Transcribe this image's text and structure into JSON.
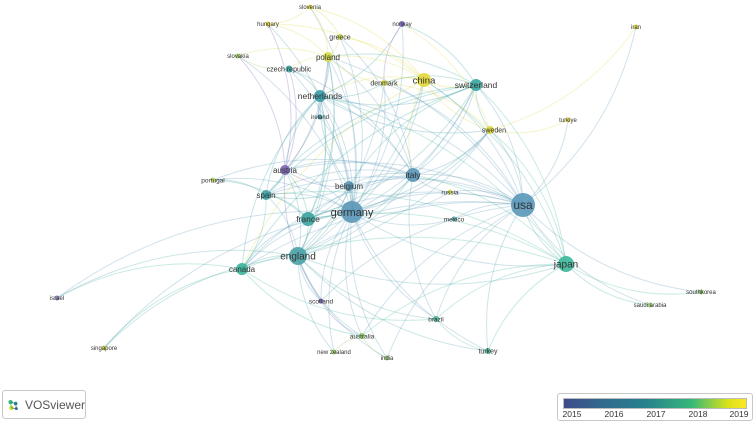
{
  "app": {
    "name": "VOSviewer"
  },
  "legend": {
    "ticks": [
      "2015",
      "2016",
      "2017",
      "2018",
      "2019"
    ],
    "colors": [
      "#3e4a89",
      "#31688e",
      "#26828e",
      "#35b779",
      "#d8e219",
      "#fde725"
    ]
  },
  "network": {
    "nodes": [
      {
        "id": "usa",
        "label": "usa",
        "size": 12,
        "color": "#5a97b8"
      },
      {
        "id": "germany",
        "label": "germany",
        "size": 11,
        "color": "#5a97b8"
      },
      {
        "id": "england",
        "label": "england",
        "size": 9,
        "color": "#4aa2a8"
      },
      {
        "id": "japan",
        "label": "japan",
        "size": 8,
        "color": "#3cb89a"
      },
      {
        "id": "china",
        "label": "china",
        "size": 7,
        "color": "#e3d936"
      },
      {
        "id": "italy",
        "label": "italy",
        "size": 7,
        "color": "#5a97b8"
      },
      {
        "id": "france",
        "label": "france",
        "size": 7,
        "color": "#3aa39e"
      },
      {
        "id": "netherlands",
        "label": "netherlands",
        "size": 6,
        "color": "#3a99a6"
      },
      {
        "id": "switzerland",
        "label": "switzerland",
        "size": 6,
        "color": "#36a6a1"
      },
      {
        "id": "canada",
        "label": "canada",
        "size": 6,
        "color": "#38b49a"
      },
      {
        "id": "spain",
        "label": "spain",
        "size": 5,
        "color": "#3a9ea3"
      },
      {
        "id": "belgium",
        "label": "belgium",
        "size": 5,
        "color": "#5a97b8"
      },
      {
        "id": "austria",
        "label": "austria",
        "size": 5,
        "color": "#7b62b5"
      },
      {
        "id": "poland",
        "label": "poland",
        "size": 5,
        "color": "#d6db45"
      },
      {
        "id": "sweden",
        "label": "sweden",
        "size": 4,
        "color": "#e0d838"
      },
      {
        "id": "czech-republic",
        "label": "czech republic",
        "size": 3.5,
        "color": "#36a6a1"
      },
      {
        "id": "denmark",
        "label": "denmark",
        "size": 3,
        "color": "#d6db45"
      },
      {
        "id": "greece",
        "label": "greece",
        "size": 3,
        "color": "#c7d650"
      },
      {
        "id": "norway",
        "label": "norway",
        "size": 3,
        "color": "#7b62b5"
      },
      {
        "id": "hungary",
        "label": "hungary",
        "size": 2.5,
        "color": "#e3d936"
      },
      {
        "id": "slovenia",
        "label": "slovenia",
        "size": 2.5,
        "color": "#e3d936"
      },
      {
        "id": "slovakia",
        "label": "slovakia",
        "size": 2.5,
        "color": "#a0cc5e"
      },
      {
        "id": "ireland",
        "label": "ireland",
        "size": 2.5,
        "color": "#3a99a6"
      },
      {
        "id": "portugal",
        "label": "portugal",
        "size": 2.5,
        "color": "#bcd454"
      },
      {
        "id": "russia",
        "label": "russia",
        "size": 2.5,
        "color": "#d6db45"
      },
      {
        "id": "mexico",
        "label": "mexico",
        "size": 2.5,
        "color": "#4aa2a8"
      },
      {
        "id": "scotland",
        "label": "scotland",
        "size": 2.5,
        "color": "#7b62b5"
      },
      {
        "id": "australia",
        "label": "australia",
        "size": 3,
        "color": "#8ec96a"
      },
      {
        "id": "brazil",
        "label": "brazil",
        "size": 3,
        "color": "#46b48e"
      },
      {
        "id": "turkey",
        "label": "turkey",
        "size": 3,
        "color": "#46b48e"
      },
      {
        "id": "new-zealand",
        "label": "new zealand",
        "size": 2.5,
        "color": "#a0cc5e"
      },
      {
        "id": "india",
        "label": "india",
        "size": 2.5,
        "color": "#8ec96a"
      },
      {
        "id": "singapore",
        "label": "singapore",
        "size": 2.5,
        "color": "#d6db45"
      },
      {
        "id": "israel",
        "label": "israel",
        "size": 2.5,
        "color": "#8a7bb8"
      },
      {
        "id": "iran",
        "label": "iran",
        "size": 2.5,
        "color": "#e3d936"
      },
      {
        "id": "turkiye",
        "label": "turkiye",
        "size": 2.5,
        "color": "#e3d936"
      },
      {
        "id": "southkorea",
        "label": "southkorea",
        "size": 2.5,
        "color": "#8ec96a"
      },
      {
        "id": "saudi-arabia",
        "label": "saudi arabia",
        "size": 2.5,
        "color": "#8ec96a"
      }
    ]
  }
}
